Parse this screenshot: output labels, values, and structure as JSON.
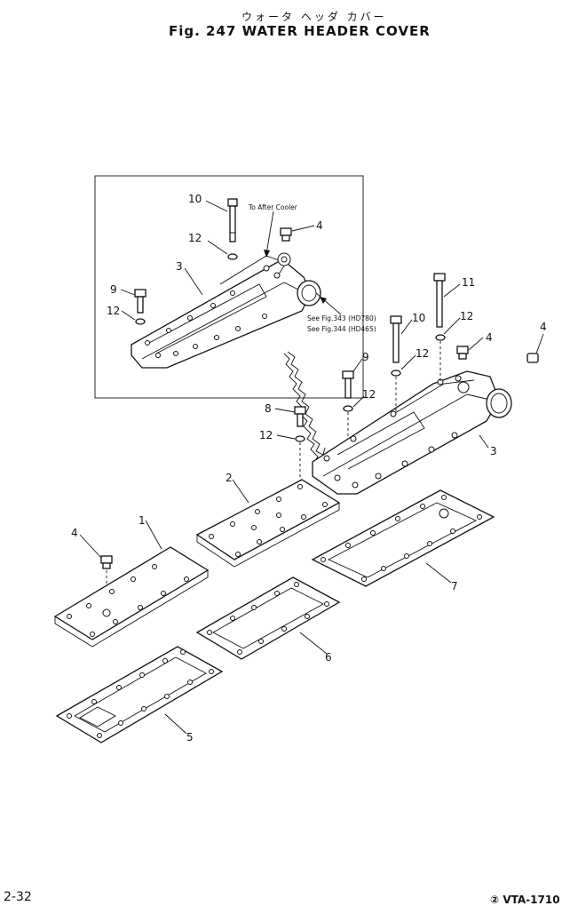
{
  "header": {
    "title_jp": "ウォータ ヘッダ カバー",
    "title": "Fig. 247   WATER HEADER COVER"
  },
  "inset": {
    "after_cooler_note": "To After Cooler",
    "see_note_1": "See Fig.343 (HD780)",
    "see_note_2": "See Fig.344 (HD465)"
  },
  "callouts": {
    "inset_10": "10",
    "inset_4": "4",
    "inset_12a": "12",
    "inset_3": "3",
    "inset_9": "9",
    "inset_12b": "12",
    "c11": "11",
    "c10": "10",
    "c12a": "12",
    "c4a": "4",
    "c4b": "4",
    "c12b": "12",
    "c9": "9",
    "c12c": "12",
    "c8": "8",
    "c12d": "12",
    "c3": "3",
    "c2": "2",
    "c1": "1",
    "c4c": "4",
    "c7": "7",
    "c6": "6",
    "c5": "5"
  },
  "footer": {
    "page_number": "2-32",
    "reference": "② VTA-1710"
  }
}
